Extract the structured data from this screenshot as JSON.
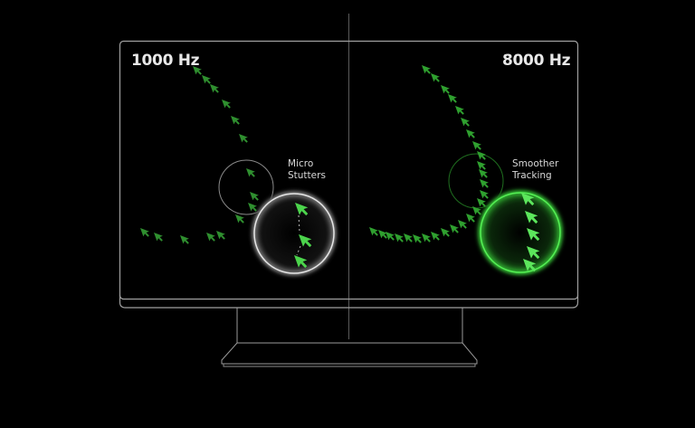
{
  "panels": {
    "left": {
      "rate_label": "1000 Hz",
      "note_line1": "Micro",
      "note_line2": "Stutters",
      "cursor_color": "#2f8f2f",
      "highlight_cursor_color": "#4cd44c",
      "ring_color": "#d9d9d9",
      "trail_points": [
        [
          213,
          73
        ],
        [
          223,
          83
        ],
        [
          232,
          93
        ],
        [
          245,
          110
        ],
        [
          255,
          128
        ],
        [
          264,
          148
        ],
        [
          272,
          186
        ],
        [
          276,
          212
        ],
        [
          274,
          224
        ],
        [
          260,
          237
        ],
        [
          239,
          255
        ],
        [
          228,
          257
        ],
        [
          199,
          260
        ],
        [
          170,
          257
        ],
        [
          155,
          252
        ]
      ],
      "magnified_points": [
        [
          326,
          224
        ],
        [
          330,
          259
        ],
        [
          325,
          282
        ]
      ]
    },
    "right": {
      "rate_label": "8000 Hz",
      "note_line1": "Smoother",
      "note_line2": "Tracking",
      "cursor_color": "#2fa02f",
      "highlight_cursor_color": "#5ce65c",
      "ring_color": "#3ddc3d",
      "trail_points": [
        [
          466,
          72
        ],
        [
          476,
          81
        ],
        [
          487,
          94
        ],
        [
          495,
          104
        ],
        [
          503,
          117
        ],
        [
          509,
          130
        ],
        [
          515,
          143
        ],
        [
          522,
          156
        ],
        [
          527,
          167
        ],
        [
          527,
          178
        ],
        [
          529,
          187
        ],
        [
          530,
          198
        ],
        [
          530,
          210
        ],
        [
          527,
          219
        ],
        [
          522,
          228
        ],
        [
          515,
          236
        ],
        [
          506,
          243
        ],
        [
          497,
          248
        ],
        [
          487,
          252
        ],
        [
          476,
          256
        ],
        [
          466,
          258
        ],
        [
          456,
          259
        ],
        [
          446,
          258
        ],
        [
          436,
          258
        ],
        [
          426,
          256
        ],
        [
          418,
          254
        ],
        [
          408,
          251
        ]
      ],
      "magnified_points": [
        [
          576,
          213
        ],
        [
          580,
          233
        ],
        [
          582,
          252
        ],
        [
          582,
          272
        ],
        [
          578,
          286
        ]
      ]
    }
  },
  "colors": {
    "background": "#000000",
    "outline": "#9a9a9a",
    "divider": "#6a6a6a",
    "small_circle_left": "#8a8a8a",
    "small_circle_right": "#1f6e1f"
  }
}
